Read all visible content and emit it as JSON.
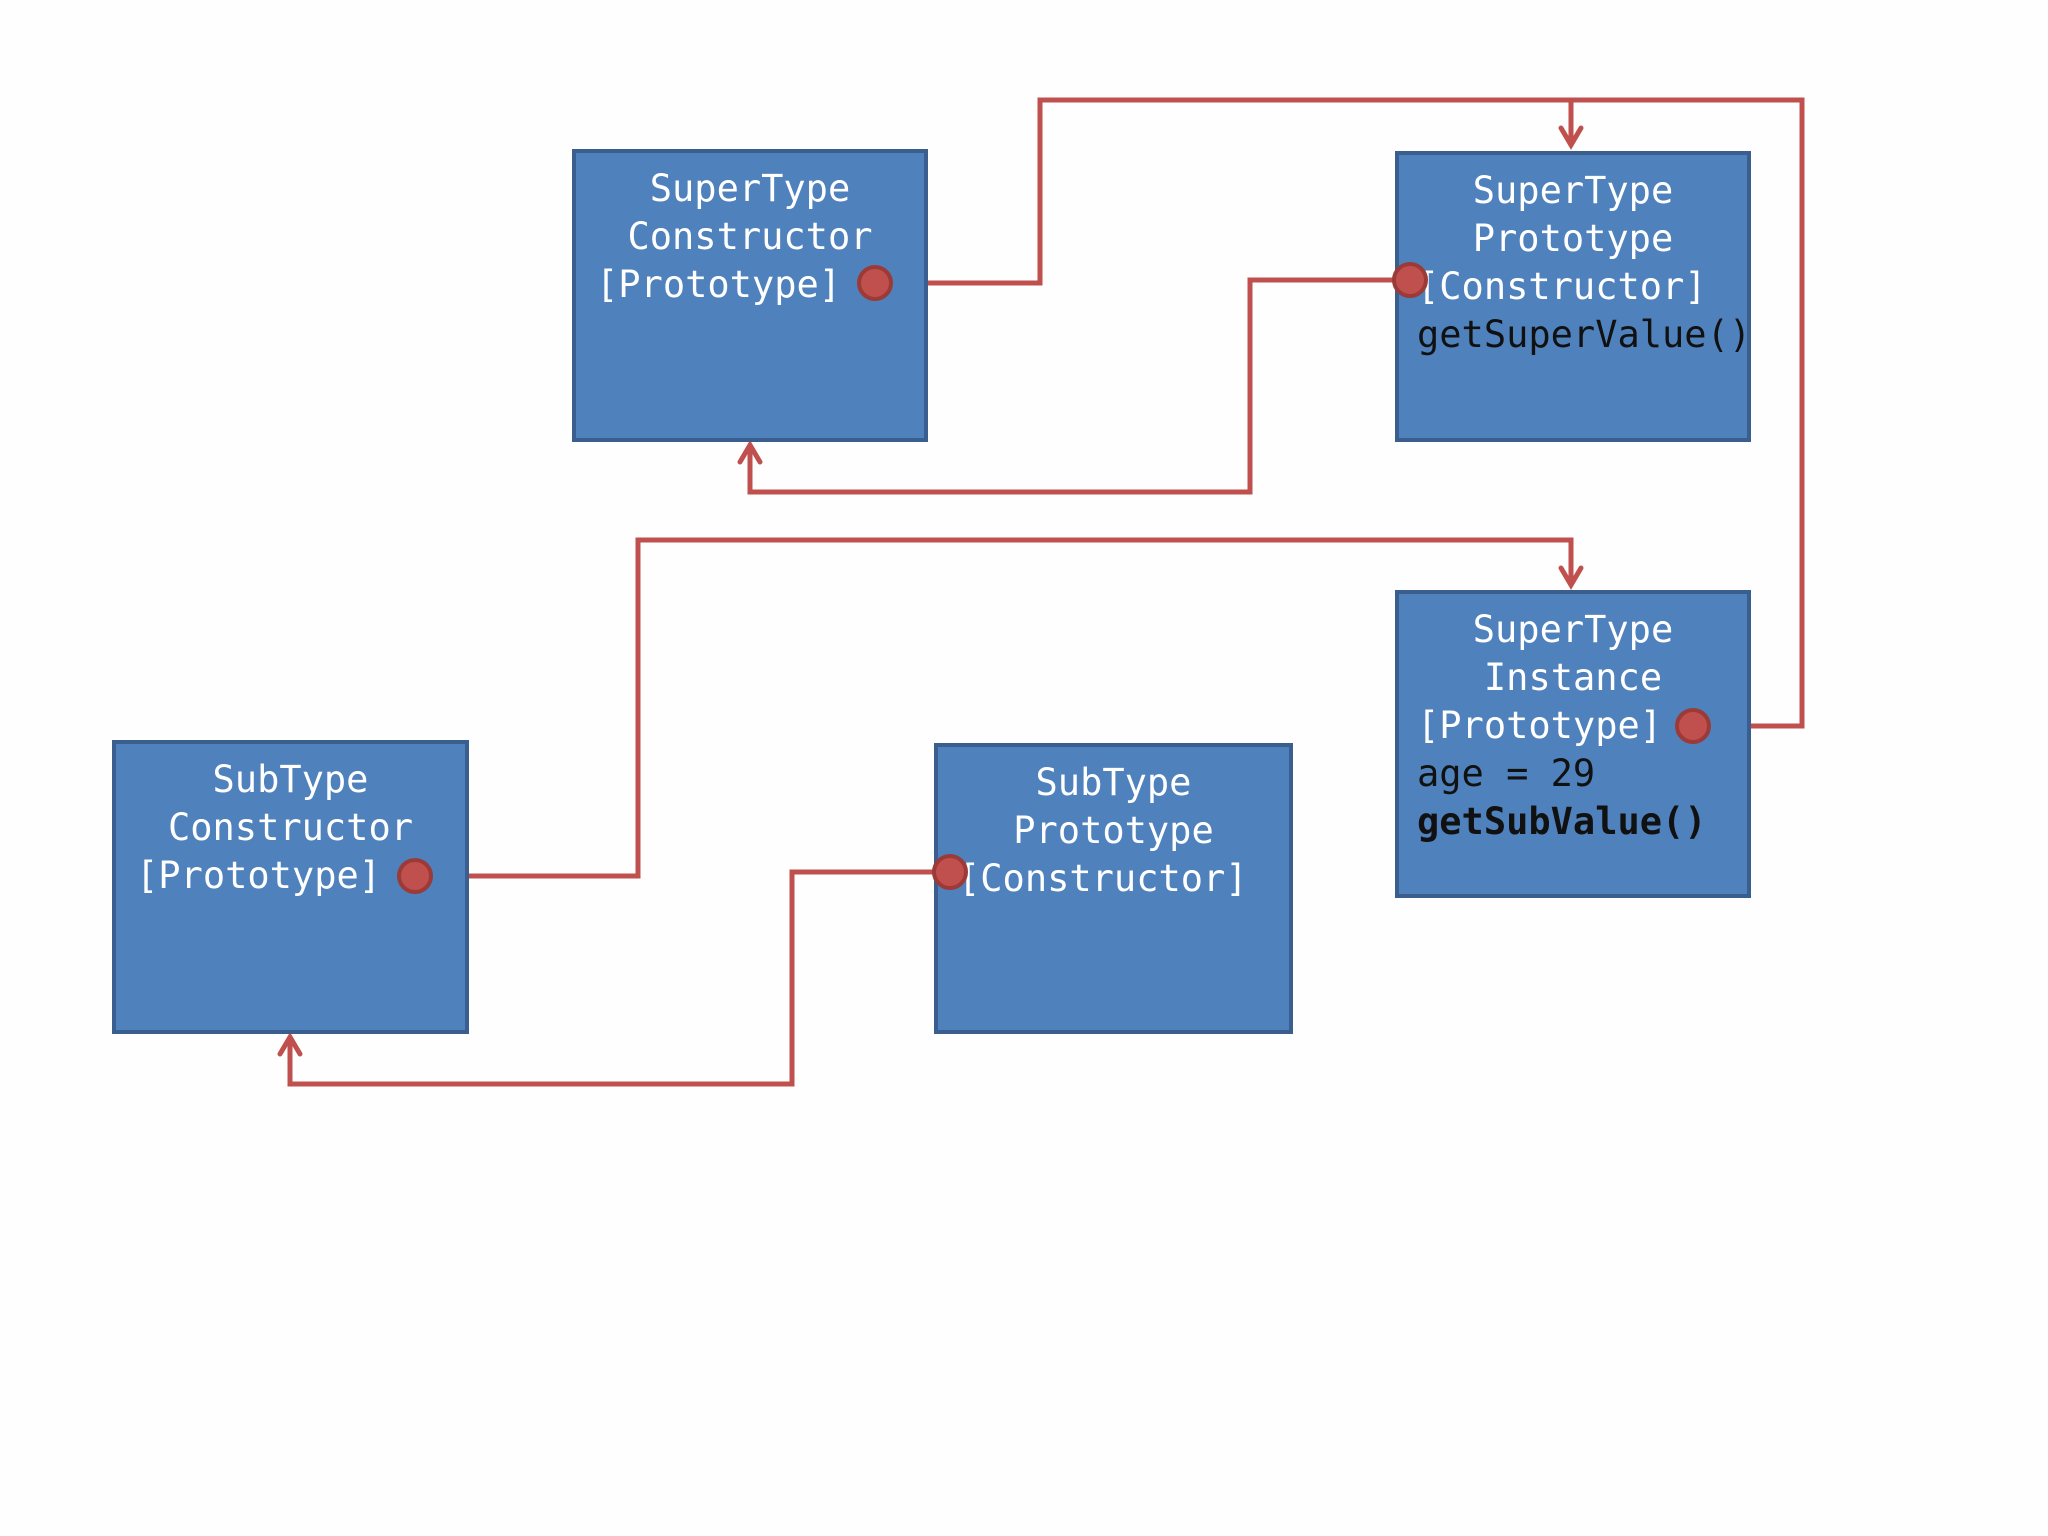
{
  "colors": {
    "box_fill": "#4f81bd",
    "box_border": "#3a5f8f",
    "connector": "#c0504d",
    "background": "#fefefe"
  },
  "boxes": {
    "supertype_constructor": {
      "title": [
        "SuperType",
        "Constructor"
      ],
      "fields": [
        "[Prototype]"
      ]
    },
    "supertype_prototype": {
      "title": [
        "SuperType",
        "Prototype"
      ],
      "fields": [
        "[Constructor]",
        "getSuperValue()"
      ]
    },
    "supertype_instance": {
      "title": [
        "SuperType",
        "Instance"
      ],
      "fields": [
        "[Prototype]",
        "age = 29",
        "getSubValue()"
      ]
    },
    "subtype_constructor": {
      "title": [
        "SubType",
        "Constructor"
      ],
      "fields": [
        "[Prototype]"
      ]
    },
    "subtype_prototype": {
      "title": [
        "SubType",
        "Prototype"
      ],
      "fields": [
        "[Constructor]"
      ]
    }
  }
}
